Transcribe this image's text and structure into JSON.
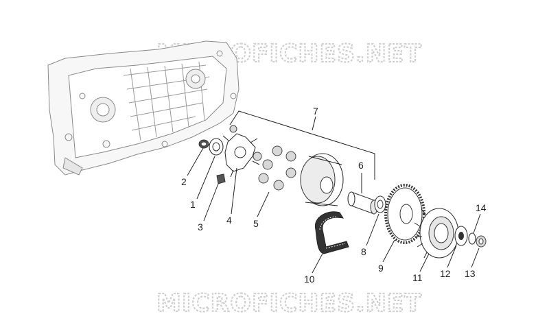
{
  "watermark": {
    "top": "MICROFICHES.NET",
    "bottom": "MICROFICHES.NET"
  },
  "callouts": {
    "c1": "1",
    "c2": "2",
    "c3": "3",
    "c4": "4",
    "c5": "5",
    "c6": "6",
    "c7": "7",
    "c8": "8",
    "c9": "9",
    "c10": "10",
    "c11": "11",
    "c12": "12",
    "c13": "13",
    "c14": "14"
  },
  "colors": {
    "line": "#222222",
    "watermark_outline": "#cfcfcf",
    "background": "#ffffff"
  }
}
